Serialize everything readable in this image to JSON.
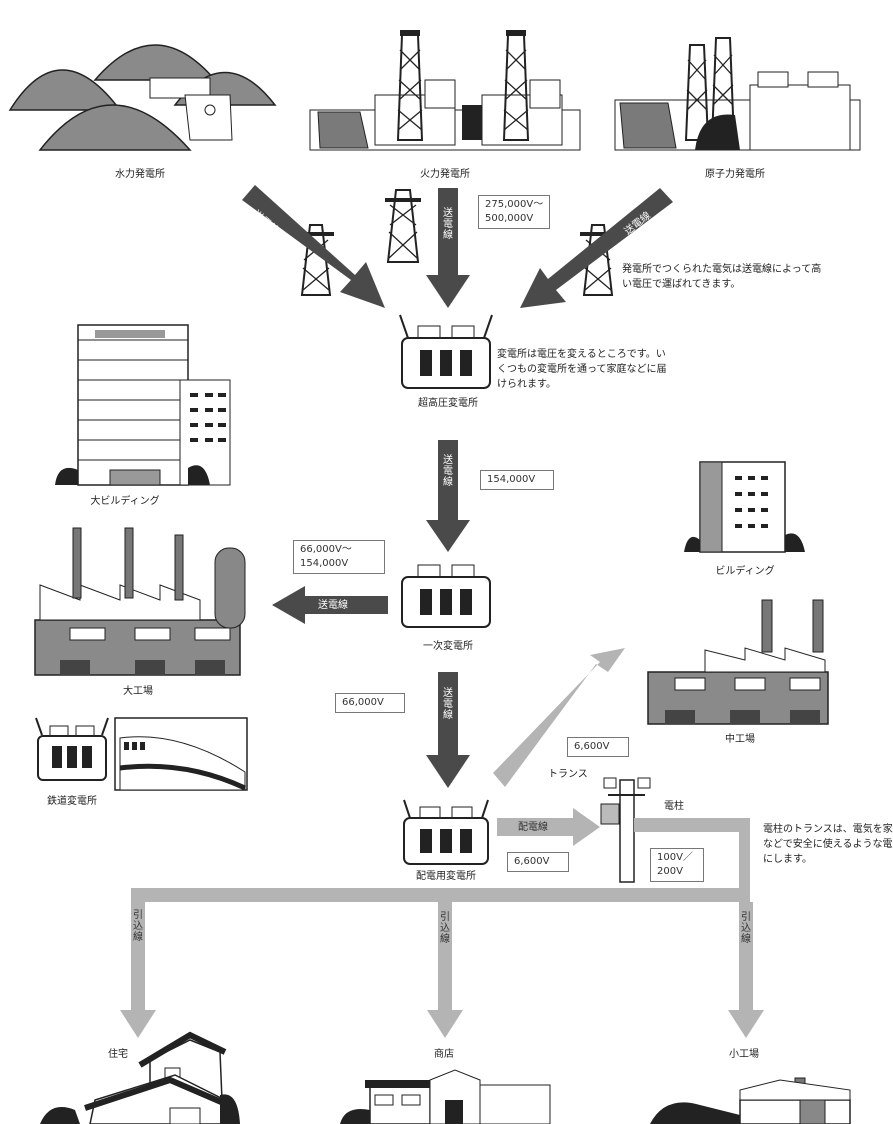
{
  "plants": {
    "hydro": "水力発電所",
    "thermal": "火力発電所",
    "nuclear": "原子力発電所"
  },
  "transmission_line": "送電線",
  "distribution_line": "配電線",
  "service_line": "引込線",
  "voltages": {
    "high_line": "275,000V〜 500,000V",
    "v154": "154,000V",
    "v66_154": "66,000V〜 154,000V",
    "v66": "66,000V",
    "v6600_top": "6,600V",
    "v6600_bottom": "6,600V",
    "v100_200": "100V／ 200V"
  },
  "notes": {
    "transmission": "発電所でつくられた電気は送電線によって高い電圧で運ばれてきます。",
    "substation": "変電所は電圧を変えるところです。いくつもの変電所を通って家庭などに届けられます。",
    "pole": "電柱のトランスは、電気を家庭などで安全に使えるような電圧にします。"
  },
  "substations": {
    "ultra_high": "超高圧変電所",
    "primary": "一次変電所",
    "distribution": "配電用変電所",
    "railway": "鉄道変電所"
  },
  "facilities": {
    "large_building": "大ビルディング",
    "large_factory": "大工場",
    "building": "ビルディング",
    "medium_factory": "中工場",
    "house": "住宅",
    "shop": "商店",
    "small_factory": "小工場"
  },
  "pole": {
    "transformer": "トランス",
    "pole_label": "電柱"
  },
  "colors": {
    "dark_arrow": "#4a4a4a",
    "light_arrow": "#b4b4b4",
    "mid_gray": "#8c8c8c"
  }
}
